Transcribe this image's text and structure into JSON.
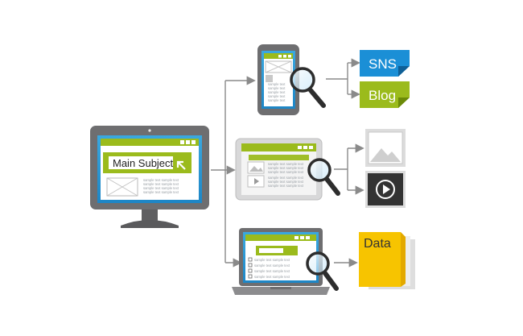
{
  "desktop": {
    "main_subject_label": "Main Subject",
    "sample_text": "sample text sample text"
  },
  "phone": {
    "sample_text": "sample text"
  },
  "tablet": {
    "sample_text": "sample text sample text"
  },
  "laptop": {
    "sample_text": "sample text sample text"
  },
  "outputs": {
    "sns_label": "SNS",
    "blog_label": "Blog",
    "data_label": "Data"
  },
  "colors": {
    "accent_green": "#9bbb1c",
    "sns_blue": "#1b8fd6",
    "data_yellow": "#f7c400",
    "device_gray": "#6e6e70",
    "screen_blue": "#2e9fd8"
  },
  "icons": [
    "magnifier-icon",
    "image-placeholder-icon",
    "video-play-icon",
    "arrow-cursor-icon",
    "checkbox-icon"
  ]
}
